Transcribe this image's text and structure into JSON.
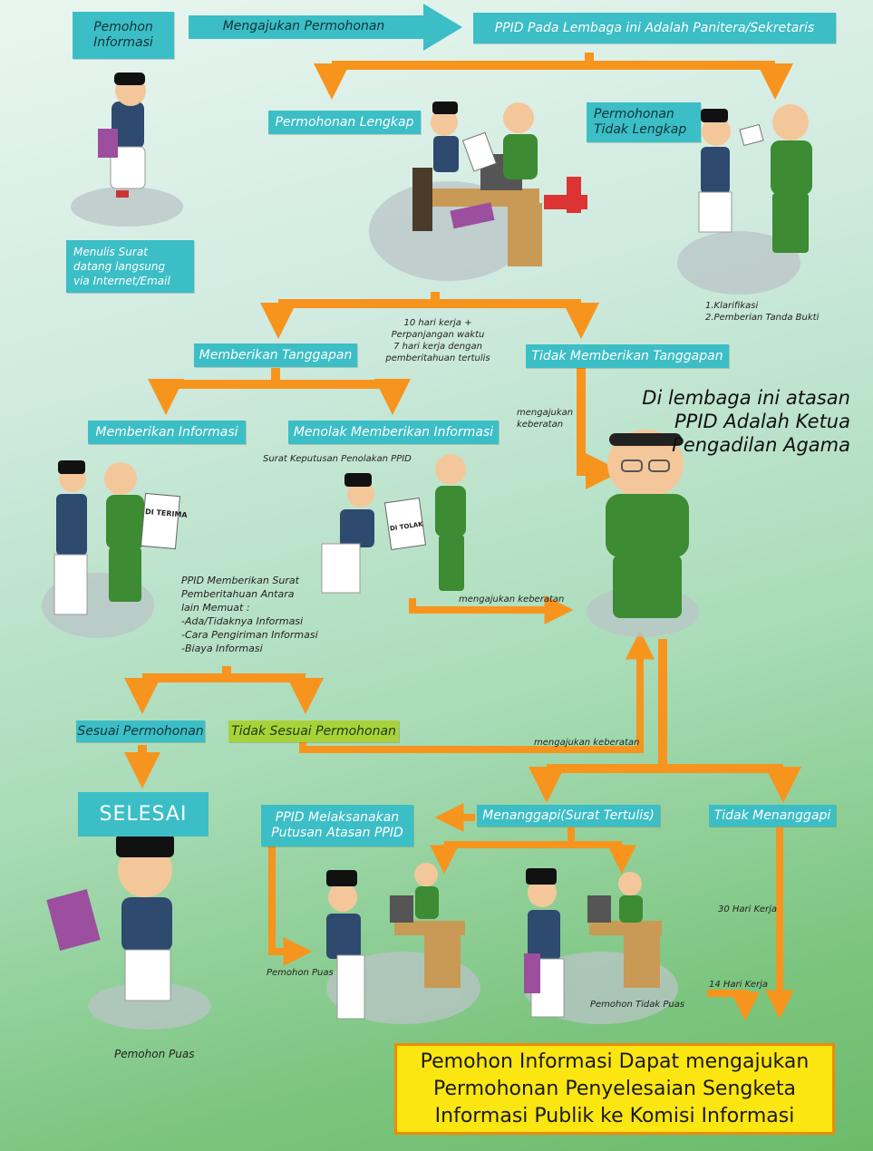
{
  "boxes": {
    "pemohon_informasi": "Pemohon\nInformasi",
    "mengajukan_permohonan": "Mengajukan Permohonan",
    "ppid_panitera": "PPID Pada Lembaga ini Adalah Panitera/Sekretaris",
    "permohonan_lengkap": "Permohonan Lengkap",
    "permohonan_tidak_lengkap": "Permohonan\nTidak Lengkap",
    "menulis_surat": "Menulis Surat\ndatang langsung\nvia Internet/Email",
    "memberikan_tanggapan": "Memberikan Tanggapan",
    "tidak_memberikan_tanggapan": "Tidak Memberikan Tanggapan",
    "memberikan_informasi": "Memberikan Informasi",
    "menolak_memberikan_informasi": "Menolak Memberikan Informasi",
    "sesuai_permohonan": "Sesuai Permohonan",
    "tidak_sesuai_permohonan": "Tidak Sesuai Permohonan",
    "selesai": "SELESAI",
    "ppid_melaksanakan": "PPID Melaksanakan\nPutusan Atasan PPID",
    "menanggapi": "Menanggapi(Surat Tertulis)",
    "tidak_menanggapi": "Tidak Menanggapi"
  },
  "notes": {
    "klarifikasi": "1.Klarifikasi\n2.Pemberian Tanda Bukti",
    "hari_kerja": "10 hari kerja +\nPerpanjangan waktu\n7 hari kerja dengan\npemberitahuan tertulis",
    "mengajukan_keberatan_1": "mengajukan\nkeberatan",
    "surat_keputusan": "Surat Keputusan Penolakan PPID",
    "ppid_memberikan_surat": "PPID Memberikan Surat\nPemberitahuan Antara\nlain Memuat :\n-Ada/Tidaknya Informasi\n-Cara Pengiriman Informasi\n-Biaya Informasi",
    "mengajukan_keberatan_2": "mengajukan keberatan",
    "mengajukan_keberatan_3": "mengajukan keberatan",
    "tiga_puluh_hari": "30 Hari Kerja",
    "empat_belas_hari": "14 Hari Kerja",
    "pemohon_puas_1": "Pemohon Puas",
    "pemohon_puas_2": "Pemohon Puas",
    "pemohon_tidak_puas": "Pemohon Tidak Puas"
  },
  "atasan": "Di lembaga ini atasan\nPPID Adalah Ketua\nPengadilan Agama",
  "final": "Pemohon Informasi Dapat mengajukan\nPermohonan Penyelesaian Sengketa\nInformasi Publik ke Komisi Informasi",
  "paper_labels": {
    "di_terima": "DI TERIMA",
    "di_tolak": "DI TOLAK"
  },
  "colors": {
    "box": "#3cbec6",
    "arrow": "#f7941d",
    "lime": "#a9d23a",
    "final_fill": "#fbe611",
    "final_border": "#f28a00"
  }
}
